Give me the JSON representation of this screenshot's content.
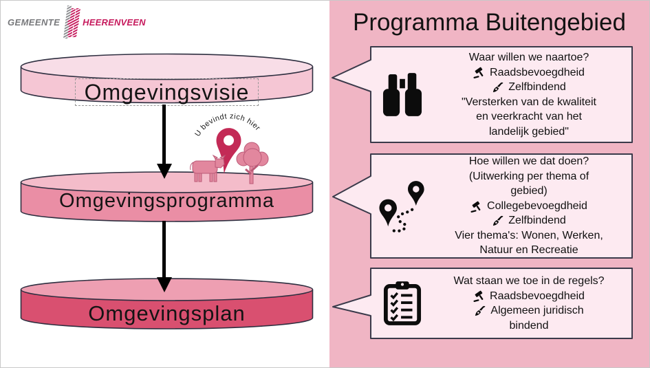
{
  "logo": {
    "prefix": "GEMEENTE",
    "name": "HEERENVEEN"
  },
  "right_panel": {
    "title": "Programma Buitengebied"
  },
  "diagram": {
    "marker_label": "U bevindt zich hier",
    "layers": [
      {
        "label": "Omgevingsvisie"
      },
      {
        "label": "Omgevingsprogramma"
      },
      {
        "label": "Omgevingsplan"
      }
    ]
  },
  "callouts": [
    {
      "icon": "binoculars-icon",
      "lines": [
        {
          "text": "Waar willen we naartoe?"
        },
        {
          "icon": "gavel-icon",
          "text": "Raadsbevoegdheid"
        },
        {
          "icon": "pen-icon",
          "text": "Zelfbindend"
        },
        {
          "text": "\"Versterken van de kwaliteit"
        },
        {
          "text": "en veerkracht van het"
        },
        {
          "text": "landelijk gebied\""
        }
      ]
    },
    {
      "icon": "route-icon",
      "lines": [
        {
          "text": "Hoe willen we dat doen?"
        },
        {
          "text": "(Uitwerking per thema of"
        },
        {
          "text": "gebied)"
        },
        {
          "icon": "gavel-icon",
          "text": "Collegebevoegdheid"
        },
        {
          "icon": "pen-icon",
          "text": "Zelfbindend"
        },
        {
          "text": "Vier thema's: Wonen, Werken,"
        },
        {
          "text": "Natuur en Recreatie"
        }
      ]
    },
    {
      "icon": "clipboard-icon",
      "lines": [
        {
          "text": "Wat staan we toe in de regels?"
        },
        {
          "icon": "gavel-icon",
          "text": "Raadsbevoegdheid"
        },
        {
          "icon": "pen-icon",
          "text": "Algemeen juridisch"
        },
        {
          "text": "bindend"
        }
      ]
    }
  ],
  "colors": {
    "panel_pink": "#f0b5c4",
    "bubble_fill": "#fdeaf1",
    "bubble_border": "#3a3a4a",
    "cylinder_outline": "#2e2f40",
    "cyl1_top": "#f8dde7",
    "cyl1_body": "#f5c6d4",
    "cyl2_top": "#f4bcca",
    "cyl2_body": "#ea8ea5",
    "cyl3_top": "#ee9fb2",
    "cyl3_body": "#d95070",
    "pin_red": "#c32a56",
    "nature_pink": "#e2879e",
    "logo_gray": "#77787b",
    "logo_red": "#c6195c"
  }
}
